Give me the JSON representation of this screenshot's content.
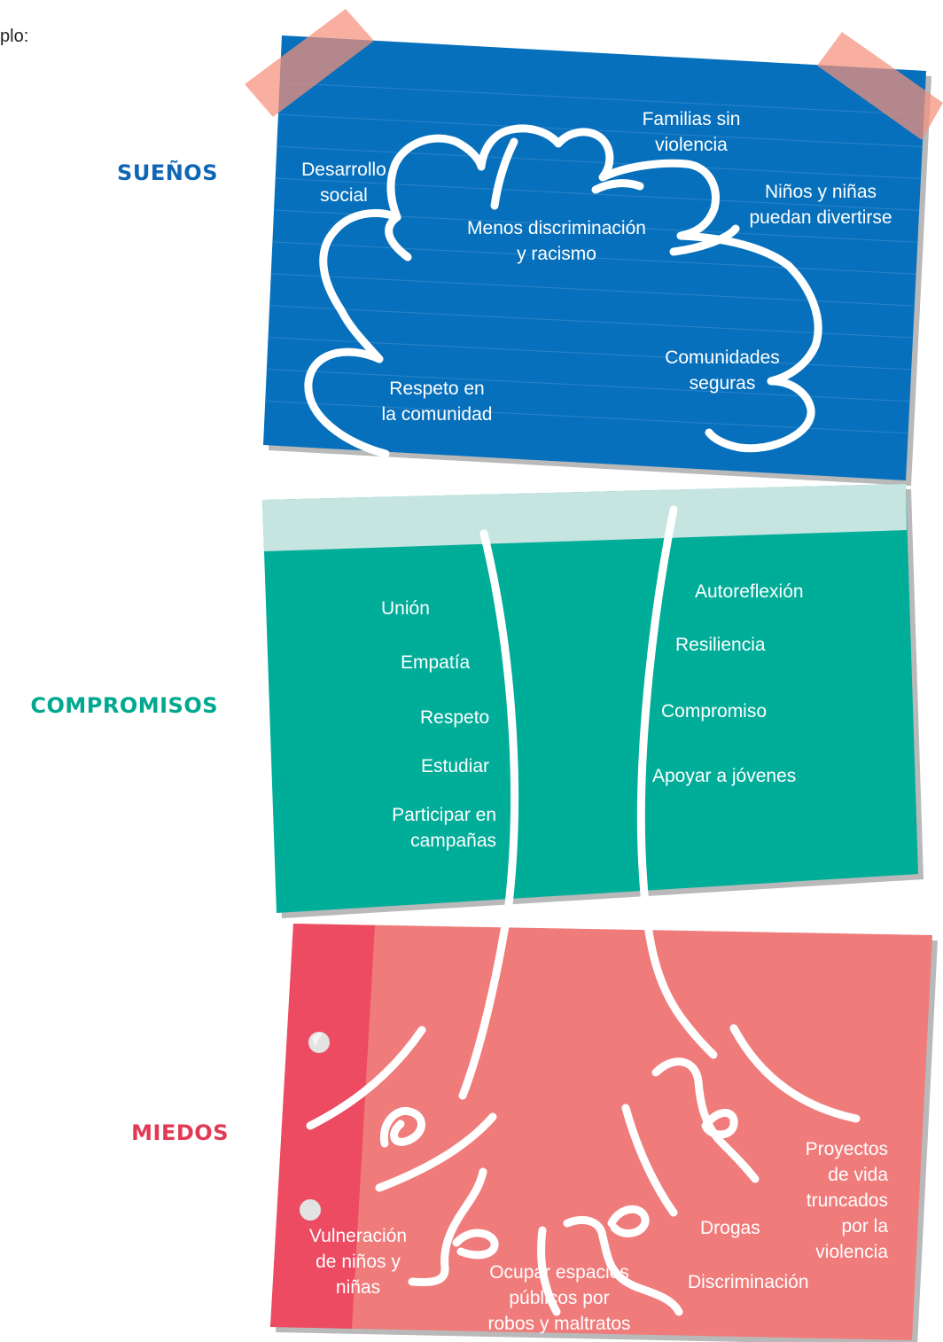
{
  "intro": "plo:",
  "colors": {
    "blue_card": "#0770bc",
    "teal_card": "#00ad99",
    "teal_band": "#c6e5e0",
    "pink_card": "#f07b7b",
    "pink_strip": "#ec4b62",
    "tape": "#f6907a",
    "suenos_label": "#1066b5",
    "compromisos_label": "#00a890",
    "miedos_label": "#e23a55"
  },
  "sections": {
    "suenos": {
      "label": "SUEÑOS",
      "items": {
        "familias": [
          "Familias sin",
          "violencia"
        ],
        "desarrollo": [
          "Desarrollo",
          "social"
        ],
        "ninos": [
          "Niños y niñas",
          "puedan divertirse"
        ],
        "menos": [
          "Menos discriminación",
          "y racismo"
        ],
        "comunidades": [
          "Comunidades",
          "seguras"
        ],
        "respeto": [
          "Respeto en",
          "la comunidad"
        ]
      }
    },
    "compromisos": {
      "label": "COMPROMISOS",
      "left_items": [
        "Unión",
        "Empatía",
        "Respeto",
        "Estudiar",
        "Participar en",
        "campañas"
      ],
      "right_items": [
        "Autoreflexión",
        "Resiliencia",
        "Compromiso",
        "Apoyar a jóvenes"
      ]
    },
    "miedos": {
      "label": "MIEDOS",
      "items": {
        "proyectos": [
          "Proyectos",
          "de vida",
          "truncados",
          "por la",
          "violencia"
        ],
        "drogas": "Drogas",
        "vulneracion": [
          "Vulneración",
          "de niños y",
          "niñas"
        ],
        "ocupar": [
          "Ocupar espacios",
          "públicos por",
          "robos y maltratos"
        ],
        "discriminacion": "Discriminación"
      }
    }
  }
}
